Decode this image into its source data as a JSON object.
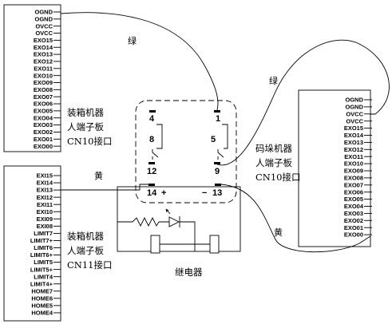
{
  "cn10_left": {
    "title_lines": [
      "装箱机器",
      "人端子板",
      "CN10接口"
    ],
    "pins": [
      "OGND",
      "OGND",
      "OVCC",
      "OVCC",
      "EXO15",
      "EXO14",
      "EXO13",
      "EXO12",
      "EXO11",
      "EXO10",
      "EXO09",
      "EXO08",
      "EXO07",
      "EXO06",
      "EXO05",
      "EXO04",
      "EXO03",
      "EXO02",
      "EXO01",
      "EXO00"
    ]
  },
  "cn11_left": {
    "title_lines": [
      "装箱机器",
      "人端子板",
      "CN11接口"
    ],
    "pins": [
      "EXI15",
      "EXI14",
      "EXI13",
      "EXI12",
      "EXI11",
      "EXI10",
      "EXI09",
      "EXI08",
      "LIMIT7",
      "LIMIT7+",
      "LIMIT6",
      "LIMIT6+",
      "LIMIT5",
      "LIMIT5+",
      "LIMIT4",
      "LIMIT4+",
      "HOME7",
      "HOME6",
      "HOME5",
      "HOME4"
    ]
  },
  "cn10_right": {
    "title_lines": [
      "码垛机器",
      "人端子板",
      "CN10接口"
    ],
    "pins": [
      "OGND",
      "OGND",
      "OVCC",
      "OVCC",
      "EXO15",
      "EXO14",
      "EXO13",
      "EXO12",
      "EXO11",
      "EXO10",
      "EXO09",
      "EXO08",
      "EXO07",
      "EXO06",
      "EXO05",
      "EXO04",
      "EXO03",
      "EXO02",
      "EXO01",
      "EXO00"
    ]
  },
  "relay": {
    "terminals": {
      "t4": "4",
      "t1": "1",
      "t8": "8",
      "t5": "5",
      "t12": "12",
      "t9": "9",
      "t14": "14",
      "plus": "+",
      "minus": "−",
      "t13": "13"
    },
    "label": "继电器"
  },
  "wires": {
    "green_1": "绿",
    "green_2": "绿",
    "yellow_1": "黄",
    "yellow_2": "黄"
  }
}
